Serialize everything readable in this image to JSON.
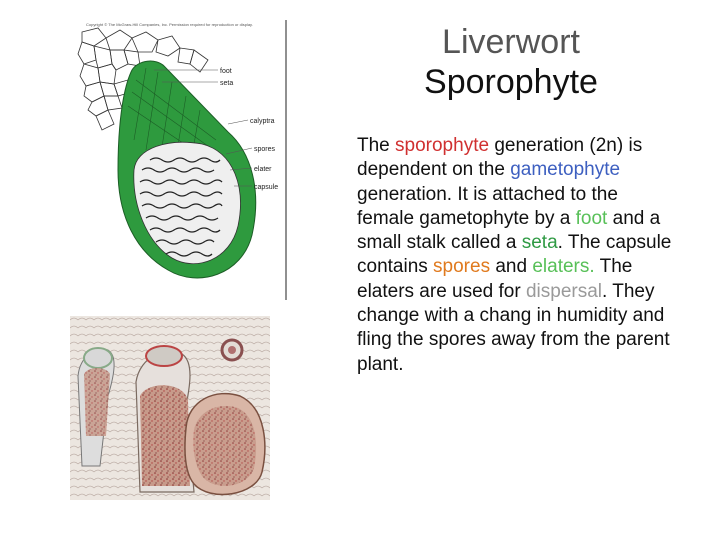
{
  "title": {
    "line1": "Liverwort",
    "line2": "Sporophyte"
  },
  "diagram": {
    "copyright": "Copyright © The McGraw-Hill Companies, Inc. Permission required for reproduction or display.",
    "labels": {
      "foot": "foot",
      "seta": "seta",
      "calyptra": "calyptra",
      "spores": "spores",
      "elater": "elater",
      "capsule": "capsule"
    }
  },
  "body": {
    "p1": "The ",
    "sporophyte": "sporophyte",
    "p2": " generation (2n) is dependent on the ",
    "gametophyte": "gametophyte",
    "p3": " generation.  It is attached to the female gametophyte by a ",
    "foot": "foot",
    "p4": " and a small stalk called a ",
    "seta": "seta",
    "p5": ". The capsule contains ",
    "spores": "spores",
    "p6": " and ",
    "elaters": "elaters.",
    "p7": "   The elaters are used for ",
    "dispersal": "dispersal",
    "p8": ".  They change with a chang in humidity and fling the spores away from the parent plant."
  },
  "colors": {
    "sporophyte": "#d03030",
    "gametophyte": "#3d5fc0",
    "foot": "#58c058",
    "seta": "#2f9a44",
    "spores": "#e07a1e",
    "elaters": "#58c058",
    "dispersal": "#9a9a9a",
    "diagram_green": "#2e9a3e"
  }
}
